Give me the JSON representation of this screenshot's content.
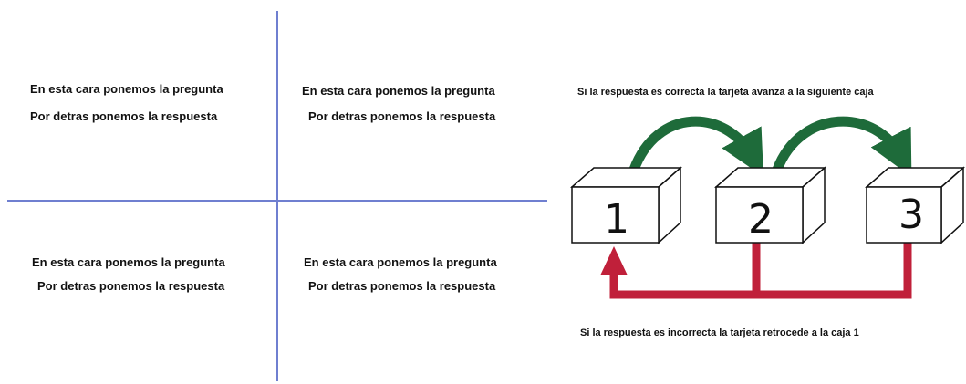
{
  "cards": [
    {
      "question": "En esta cara ponemos la pregunta",
      "answer": "Por detras ponemos la respuesta"
    },
    {
      "question": "En esta cara ponemos la pregunta",
      "answer": "Por detras ponemos la respuesta"
    },
    {
      "question": "En esta cara ponemos la pregunta",
      "answer": "Por detras ponemos la respuesta"
    },
    {
      "question": "En esta cara ponemos la pregunta",
      "answer": "Por detras ponemos la respuesta"
    }
  ],
  "diagram": {
    "top_caption": "Si la respuesta es correcta la tarjeta avanza a la siguiente caja",
    "bottom_caption": "Si la respuesta es incorrecta la tarjeta retrocede a la caja 1",
    "boxes": [
      "1",
      "2",
      "3"
    ],
    "colors": {
      "forward_arrow": "#1e6b3a",
      "back_arrow": "#c0203a",
      "grid_line": "#6f7fd0",
      "box_stroke": "#111111"
    }
  }
}
